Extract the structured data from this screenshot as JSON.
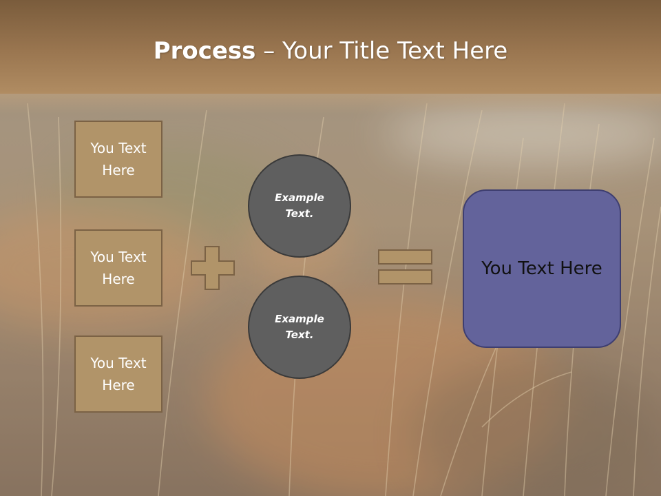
{
  "slide": {
    "title_bold": "Process",
    "title_rest": " – Your Title Text Here"
  },
  "inputs": [
    {
      "label_line1": "You Text",
      "label_line2": "Here"
    },
    {
      "label_line1": "You Text",
      "label_line2": "Here"
    },
    {
      "label_line1": "You Text",
      "label_line2": "Here"
    }
  ],
  "examples": [
    {
      "line1": "Example",
      "line2": "Text."
    },
    {
      "line1": "Example",
      "line2": "Text."
    }
  ],
  "result": {
    "label": "You Text Here"
  },
  "icons": {
    "plus": "plus-icon",
    "equals": "equals-icon"
  },
  "colors": {
    "header": "#9a7650",
    "box_fill": "#b19469",
    "box_border": "#7b6245",
    "circle_fill": "#5f5f5f",
    "result_fill": "#63639b",
    "title_text": "#ffffff"
  }
}
